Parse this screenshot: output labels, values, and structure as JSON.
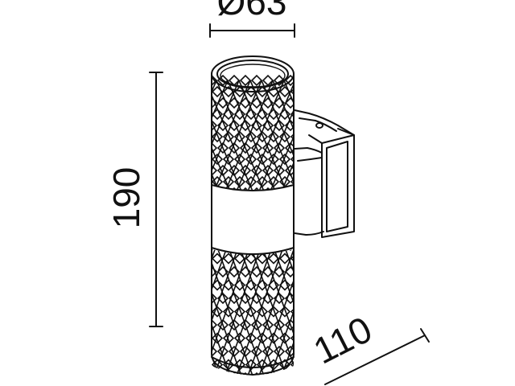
{
  "dimensions": {
    "diameter": "Ø63",
    "height": "190",
    "depth": "110"
  },
  "colors": {
    "line": "#111111",
    "background": "#ffffff"
  }
}
